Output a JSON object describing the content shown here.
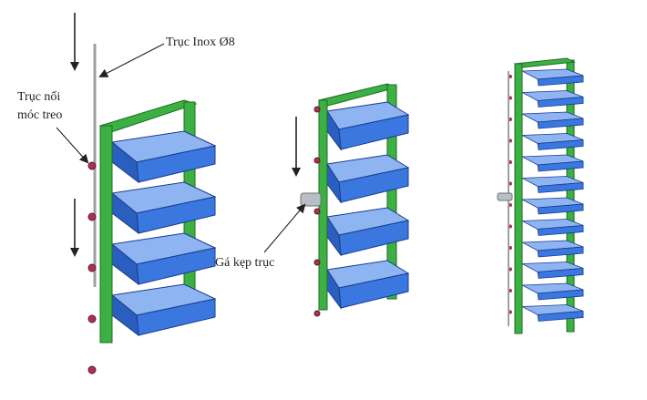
{
  "labels": {
    "shaft": "Trục Inox Ø8",
    "hook_line1": "Trục nối",
    "hook_line2": "móc treo",
    "clamp": "Gá kẹp trục"
  },
  "colors": {
    "frame": "#3cb043",
    "frame_edge": "#1e6e22",
    "blade": "#3a78e0",
    "blade_light": "#8fb4f2",
    "blade_edge": "#1a3c8a",
    "shaft": "#9aa0a6",
    "pin": "#b03050",
    "ink": "#222222"
  },
  "stages": [
    {
      "name": "left-louver-assembly",
      "blade_count": 4
    },
    {
      "name": "middle-louver-assembly",
      "blade_count": 4
    },
    {
      "name": "right-louver-assembly",
      "blade_count": 12
    }
  ]
}
